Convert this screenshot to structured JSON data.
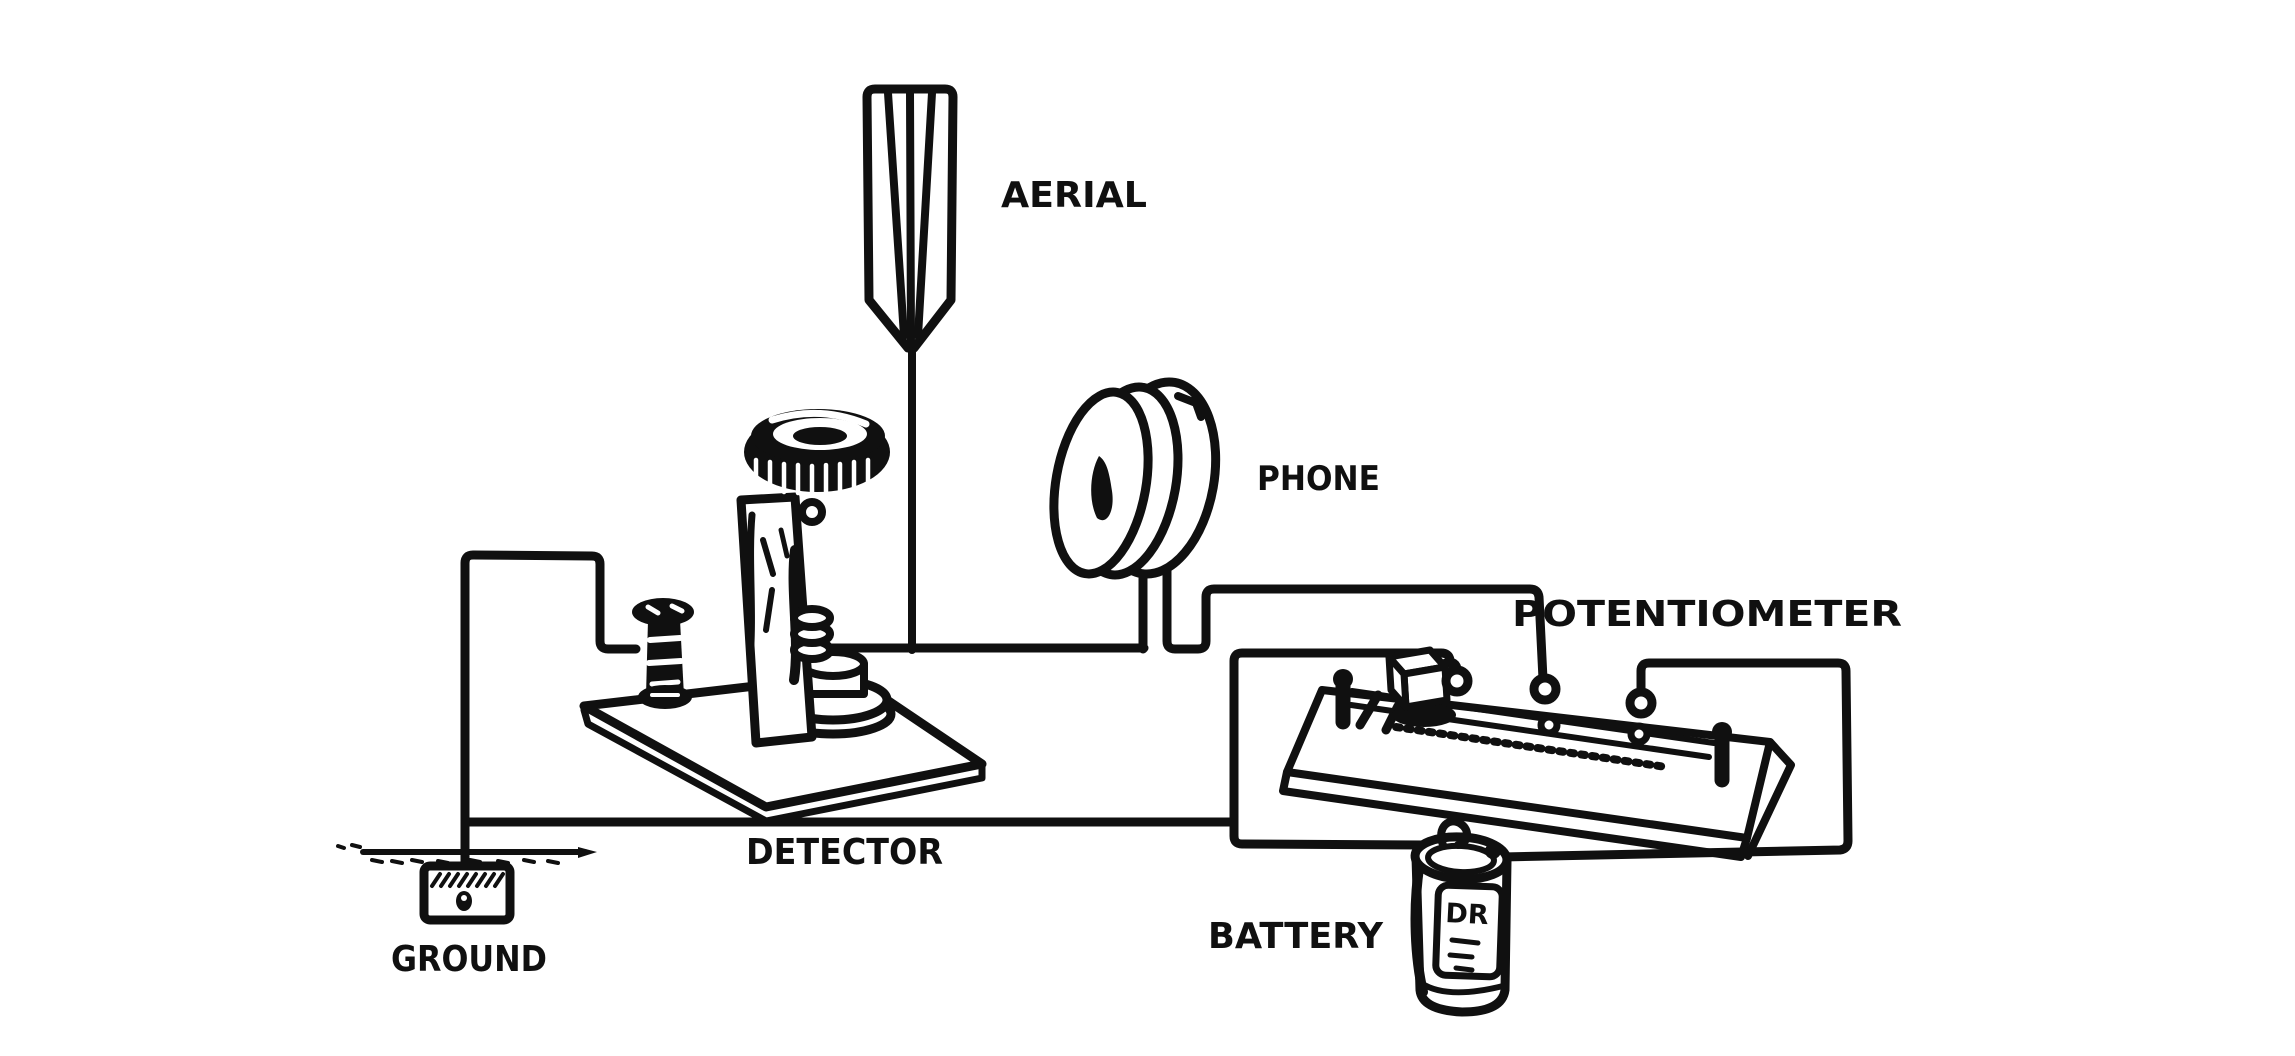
{
  "figure": {
    "title_hint": "wireless receiving hookup diagram",
    "background_color": "#ffffff",
    "ink_color": "#101010",
    "labels": {
      "aerial": "AERIAL",
      "phone": "PHONE",
      "potentiometer": "POTENTIOMETER",
      "detector": "DETECTOR",
      "battery": "BATTERY",
      "ground": "GROUND"
    },
    "battery_markings": {
      "text": "DR"
    }
  }
}
